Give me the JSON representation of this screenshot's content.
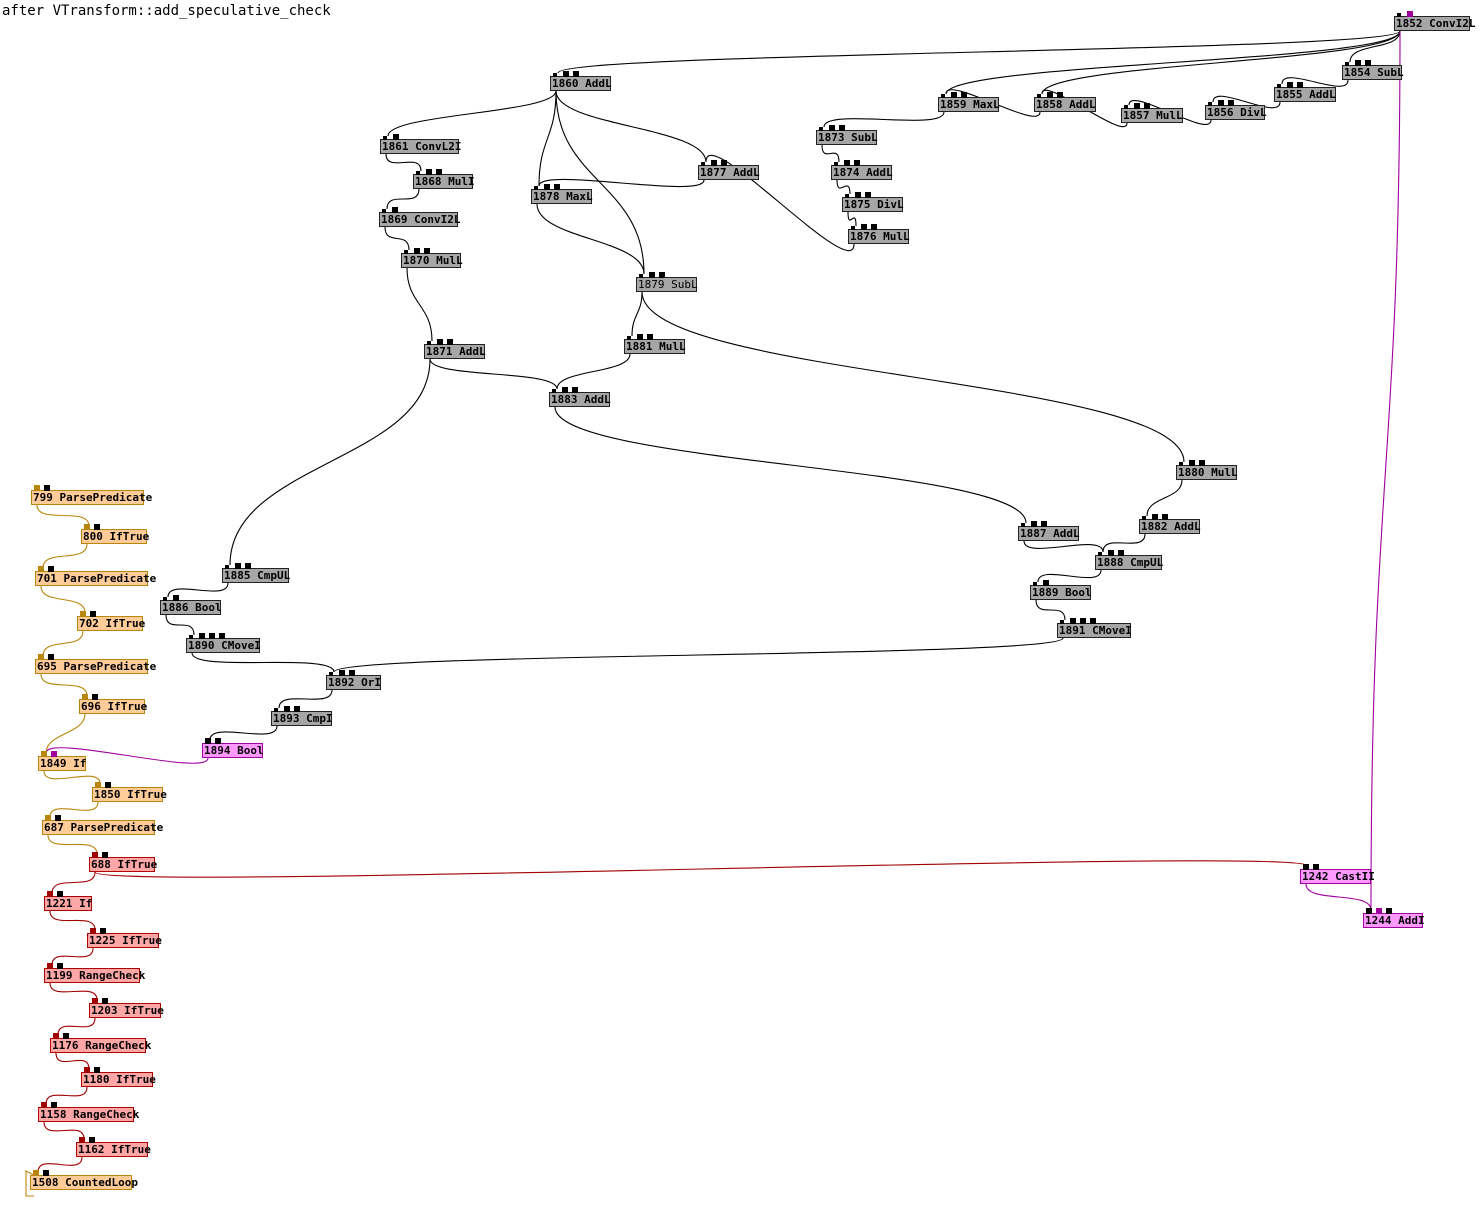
{
  "title": "after VTransform::add_speculative_check",
  "colors": {
    "data_node": "#a6a6a6",
    "control_node": "#ffcc99",
    "control_edge": "#b8860b",
    "check_node": "#ffa6a6",
    "check_edge": "#a00000",
    "pink_node": "#ff99ff",
    "pink_edge": "#a000a0",
    "data_edge": "#000000"
  },
  "nodes": [
    {
      "id": "1852",
      "label": "1852 ConvI2L",
      "kind": "gray"
    },
    {
      "id": "1854",
      "label": "1854 SubL",
      "kind": "gray"
    },
    {
      "id": "1855",
      "label": "1855 AddL",
      "kind": "gray"
    },
    {
      "id": "1856",
      "label": "1856 DivL",
      "kind": "gray"
    },
    {
      "id": "1857",
      "label": "1857 MulL",
      "kind": "gray"
    },
    {
      "id": "1858",
      "label": "1858 AddL",
      "kind": "gray"
    },
    {
      "id": "1859",
      "label": "1859 MaxL",
      "kind": "gray"
    },
    {
      "id": "1860",
      "label": "1860 AddL",
      "kind": "gray"
    },
    {
      "id": "1861",
      "label": "1861 ConvL2I",
      "kind": "gray"
    },
    {
      "id": "1868",
      "label": "1868 MulI",
      "kind": "gray"
    },
    {
      "id": "1869",
      "label": "1869 ConvI2L",
      "kind": "gray"
    },
    {
      "id": "1870",
      "label": "1870 MulL",
      "kind": "gray"
    },
    {
      "id": "1873",
      "label": "1873 SubL",
      "kind": "gray"
    },
    {
      "id": "1874",
      "label": "1874 AddL",
      "kind": "gray"
    },
    {
      "id": "1875",
      "label": "1875 DivL",
      "kind": "gray"
    },
    {
      "id": "1876",
      "label": "1876 MulL",
      "kind": "gray"
    },
    {
      "id": "1877",
      "label": "1877 AddL",
      "kind": "gray"
    },
    {
      "id": "1878",
      "label": "1878 MaxL",
      "kind": "gray"
    },
    {
      "id": "1879",
      "label": "1879 SubL",
      "kind": "gray",
      "normal": true
    },
    {
      "id": "1881",
      "label": "1881 MulL",
      "kind": "gray"
    },
    {
      "id": "1871",
      "label": "1871 AddL",
      "kind": "gray"
    },
    {
      "id": "1883",
      "label": "1883 AddL",
      "kind": "gray"
    },
    {
      "id": "1880",
      "label": "1880 MulL",
      "kind": "gray"
    },
    {
      "id": "1882",
      "label": "1882 AddL",
      "kind": "gray"
    },
    {
      "id": "1887",
      "label": "1887 AddL",
      "kind": "gray"
    },
    {
      "id": "1888",
      "label": "1888 CmpUL",
      "kind": "gray"
    },
    {
      "id": "1889",
      "label": "1889 Bool",
      "kind": "gray"
    },
    {
      "id": "1891",
      "label": "1891 CMoveI",
      "kind": "gray"
    },
    {
      "id": "1885",
      "label": "1885 CmpUL",
      "kind": "gray"
    },
    {
      "id": "1886",
      "label": "1886 Bool",
      "kind": "gray"
    },
    {
      "id": "1890",
      "label": "1890 CMoveI",
      "kind": "gray"
    },
    {
      "id": "1892",
      "label": "1892 OrI",
      "kind": "gray"
    },
    {
      "id": "1893",
      "label": "1893 CmpI",
      "kind": "gray"
    },
    {
      "id": "1894",
      "label": "1894 Bool",
      "kind": "pink"
    },
    {
      "id": "799",
      "label": "799 ParsePredicate",
      "kind": "ctrl"
    },
    {
      "id": "800",
      "label": "800 IfTrue",
      "kind": "ctrl"
    },
    {
      "id": "701",
      "label": "701 ParsePredicate",
      "kind": "ctrl"
    },
    {
      "id": "702",
      "label": "702 IfTrue",
      "kind": "ctrl"
    },
    {
      "id": "695",
      "label": "695 ParsePredicate",
      "kind": "ctrl"
    },
    {
      "id": "696",
      "label": "696 IfTrue",
      "kind": "ctrl"
    },
    {
      "id": "1849",
      "label": "1849 If",
      "kind": "ctrl"
    },
    {
      "id": "1850",
      "label": "1850 IfTrue",
      "kind": "ctrl"
    },
    {
      "id": "687",
      "label": "687 ParsePredicate",
      "kind": "ctrl"
    },
    {
      "id": "688",
      "label": "688 IfTrue",
      "kind": "red"
    },
    {
      "id": "1221",
      "label": "1221 If",
      "kind": "red"
    },
    {
      "id": "1225",
      "label": "1225 IfTrue",
      "kind": "red"
    },
    {
      "id": "1199",
      "label": "1199 RangeCheck",
      "kind": "red"
    },
    {
      "id": "1203",
      "label": "1203 IfTrue",
      "kind": "red"
    },
    {
      "id": "1176",
      "label": "1176 RangeCheck",
      "kind": "red"
    },
    {
      "id": "1180",
      "label": "1180 IfTrue",
      "kind": "red"
    },
    {
      "id": "1158",
      "label": "1158 RangeCheck",
      "kind": "red"
    },
    {
      "id": "1162",
      "label": "1162 IfTrue",
      "kind": "red"
    },
    {
      "id": "1508",
      "label": "1508 CountedLoop",
      "kind": "ctrl"
    },
    {
      "id": "1242",
      "label": "1242 CastII",
      "kind": "pink"
    },
    {
      "id": "1244",
      "label": "1244 AddI",
      "kind": "pink"
    }
  ],
  "edges": [
    {
      "from": "1852",
      "to": "1854",
      "type": "data"
    },
    {
      "from": "1852",
      "to": "1858",
      "type": "data"
    },
    {
      "from": "1852",
      "to": "1859",
      "type": "data"
    },
    {
      "from": "1852",
      "to": "1860",
      "type": "data"
    },
    {
      "from": "1854",
      "to": "1855",
      "type": "data"
    },
    {
      "from": "1855",
      "to": "1856",
      "type": "data"
    },
    {
      "from": "1856",
      "to": "1857",
      "type": "data"
    },
    {
      "from": "1857",
      "to": "1858",
      "type": "data"
    },
    {
      "from": "1858",
      "to": "1859",
      "type": "data"
    },
    {
      "from": "1859",
      "to": "1873",
      "type": "data"
    },
    {
      "from": "1860",
      "to": "1861",
      "type": "data"
    },
    {
      "from": "1860",
      "to": "1877",
      "type": "data"
    },
    {
      "from": "1860",
      "to": "1878",
      "type": "data"
    },
    {
      "from": "1860",
      "to": "1879",
      "type": "data"
    },
    {
      "from": "1861",
      "to": "1868",
      "type": "data"
    },
    {
      "from": "1868",
      "to": "1869",
      "type": "data"
    },
    {
      "from": "1869",
      "to": "1870",
      "type": "data"
    },
    {
      "from": "1870",
      "to": "1871",
      "type": "data"
    },
    {
      "from": "1873",
      "to": "1874",
      "type": "data"
    },
    {
      "from": "1874",
      "to": "1875",
      "type": "data"
    },
    {
      "from": "1875",
      "to": "1876",
      "type": "data"
    },
    {
      "from": "1876",
      "to": "1877",
      "type": "data"
    },
    {
      "from": "1877",
      "to": "1878",
      "type": "data"
    },
    {
      "from": "1878",
      "to": "1879",
      "type": "data"
    },
    {
      "from": "1879",
      "to": "1881",
      "type": "data"
    },
    {
      "from": "1879",
      "to": "1880",
      "type": "data"
    },
    {
      "from": "1881",
      "to": "1883",
      "type": "data"
    },
    {
      "from": "1871",
      "to": "1883",
      "type": "data"
    },
    {
      "from": "1871",
      "to": "1885",
      "type": "data"
    },
    {
      "from": "1883",
      "to": "1887",
      "type": "data"
    },
    {
      "from": "1880",
      "to": "1882",
      "type": "data"
    },
    {
      "from": "1882",
      "to": "1888",
      "type": "data"
    },
    {
      "from": "1887",
      "to": "1888",
      "type": "data"
    },
    {
      "from": "1888",
      "to": "1889",
      "type": "data"
    },
    {
      "from": "1889",
      "to": "1891",
      "type": "data"
    },
    {
      "from": "1891",
      "to": "1892",
      "type": "data"
    },
    {
      "from": "1885",
      "to": "1886",
      "type": "data"
    },
    {
      "from": "1886",
      "to": "1890",
      "type": "data"
    },
    {
      "from": "1890",
      "to": "1892",
      "type": "data"
    },
    {
      "from": "1892",
      "to": "1893",
      "type": "data"
    },
    {
      "from": "1893",
      "to": "1894",
      "type": "data"
    },
    {
      "from": "1894",
      "to": "1849",
      "type": "pink"
    },
    {
      "from": "1852",
      "to": "1244",
      "type": "pink"
    },
    {
      "from": "1242",
      "to": "1244",
      "type": "pink"
    },
    {
      "from": "799",
      "to": "800",
      "type": "ctrl"
    },
    {
      "from": "800",
      "to": "701",
      "type": "ctrl"
    },
    {
      "from": "701",
      "to": "702",
      "type": "ctrl"
    },
    {
      "from": "702",
      "to": "695",
      "type": "ctrl"
    },
    {
      "from": "695",
      "to": "696",
      "type": "ctrl"
    },
    {
      "from": "696",
      "to": "1849",
      "type": "ctrl"
    },
    {
      "from": "1849",
      "to": "1850",
      "type": "ctrl"
    },
    {
      "from": "1850",
      "to": "687",
      "type": "ctrl"
    },
    {
      "from": "687",
      "to": "688",
      "type": "ctrl"
    },
    {
      "from": "688",
      "to": "1221",
      "type": "check"
    },
    {
      "from": "688",
      "to": "1242",
      "type": "check"
    },
    {
      "from": "1221",
      "to": "1225",
      "type": "check"
    },
    {
      "from": "1225",
      "to": "1199",
      "type": "check"
    },
    {
      "from": "1199",
      "to": "1203",
      "type": "check"
    },
    {
      "from": "1203",
      "to": "1176",
      "type": "check"
    },
    {
      "from": "1176",
      "to": "1180",
      "type": "check"
    },
    {
      "from": "1180",
      "to": "1158",
      "type": "check"
    },
    {
      "from": "1158",
      "to": "1162",
      "type": "check"
    },
    {
      "from": "1162",
      "to": "1508",
      "type": "check"
    },
    {
      "from": "1508",
      "to": "1508",
      "type": "ctrl"
    }
  ]
}
